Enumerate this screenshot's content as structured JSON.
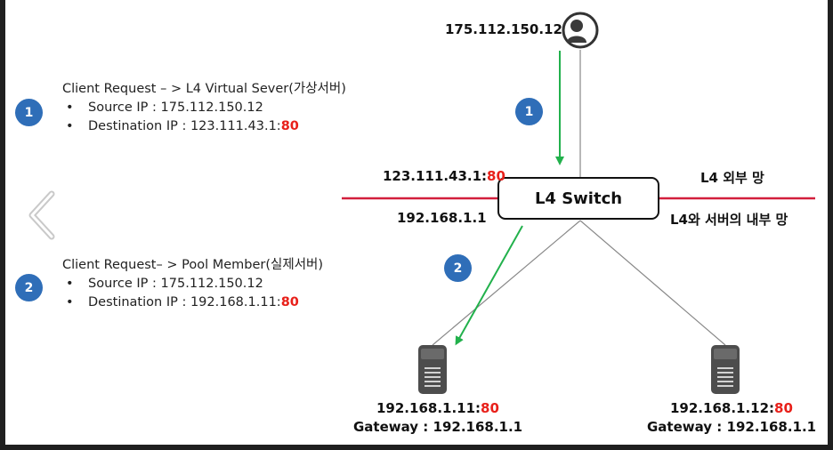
{
  "client": {
    "ip": "175.112.150.12"
  },
  "steps": [
    {
      "badge": "1",
      "title": "Client Request – > L4 Virtual Sever(가상서버)",
      "bullets": [
        {
          "label": "Source IP : 175.112.150.12",
          "port": ""
        },
        {
          "label": "Destination IP : 123.111.43.1:",
          "port": "80"
        }
      ]
    },
    {
      "badge": "2",
      "title": "Client Request– > Pool Member(실제서버)",
      "bullets": [
        {
          "label": "Source IP : 175.112.150.12",
          "port": ""
        },
        {
          "label": "Destination IP : 192.168.1.11:",
          "port": "80"
        }
      ]
    }
  ],
  "switch": {
    "label": "L4 Switch",
    "external_ip": "123.111.43.1:",
    "external_port": "80",
    "internal_ip": "192.168.1.1",
    "external_network": "L4 외부 망",
    "internal_network": "L4와 서버의 내부 망"
  },
  "servers": [
    {
      "ip": "192.168.1.11:",
      "port": "80",
      "gateway": "Gateway : 192.168.1.1"
    },
    {
      "ip": "192.168.1.12:",
      "port": "80",
      "gateway": "Gateway : 192.168.1.1"
    }
  ],
  "colors": {
    "network_line": "#d21f3c",
    "flow_arrow": "#22b14c",
    "badge": "#2f6eb8",
    "port": "#e8201a"
  },
  "icons": [
    "user-icon",
    "server-icon",
    "chevron-left-icon"
  ]
}
